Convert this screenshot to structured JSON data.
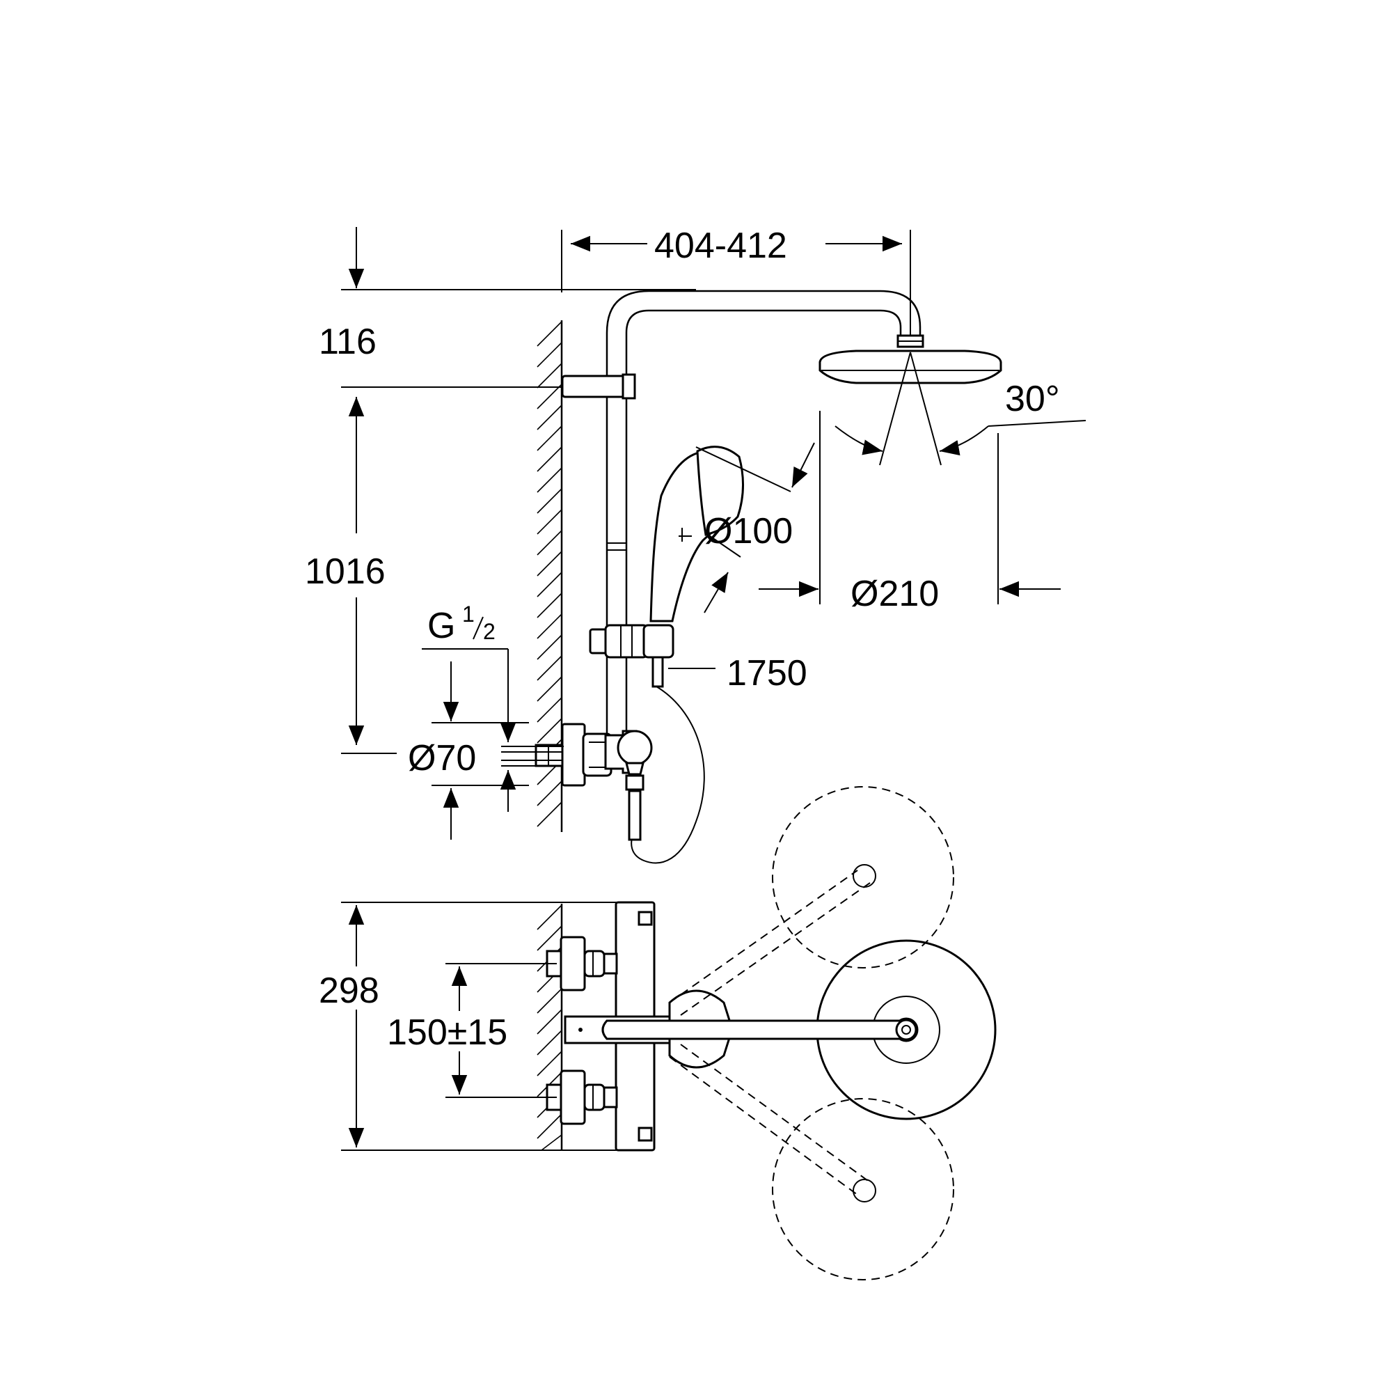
{
  "dimensions": {
    "width_overall": "404-412",
    "top_offset": "116",
    "rail_height": "1016",
    "head_angle": "30°",
    "hand_shower_diameter": "Ø100",
    "head_diameter": "Ø210",
    "hose_length": "1750",
    "thread_main": "G",
    "thread_num": "1",
    "thread_den": "2",
    "escutcheon_diameter": "Ø70",
    "depth": "298",
    "inlet_spacing": "150±15"
  }
}
